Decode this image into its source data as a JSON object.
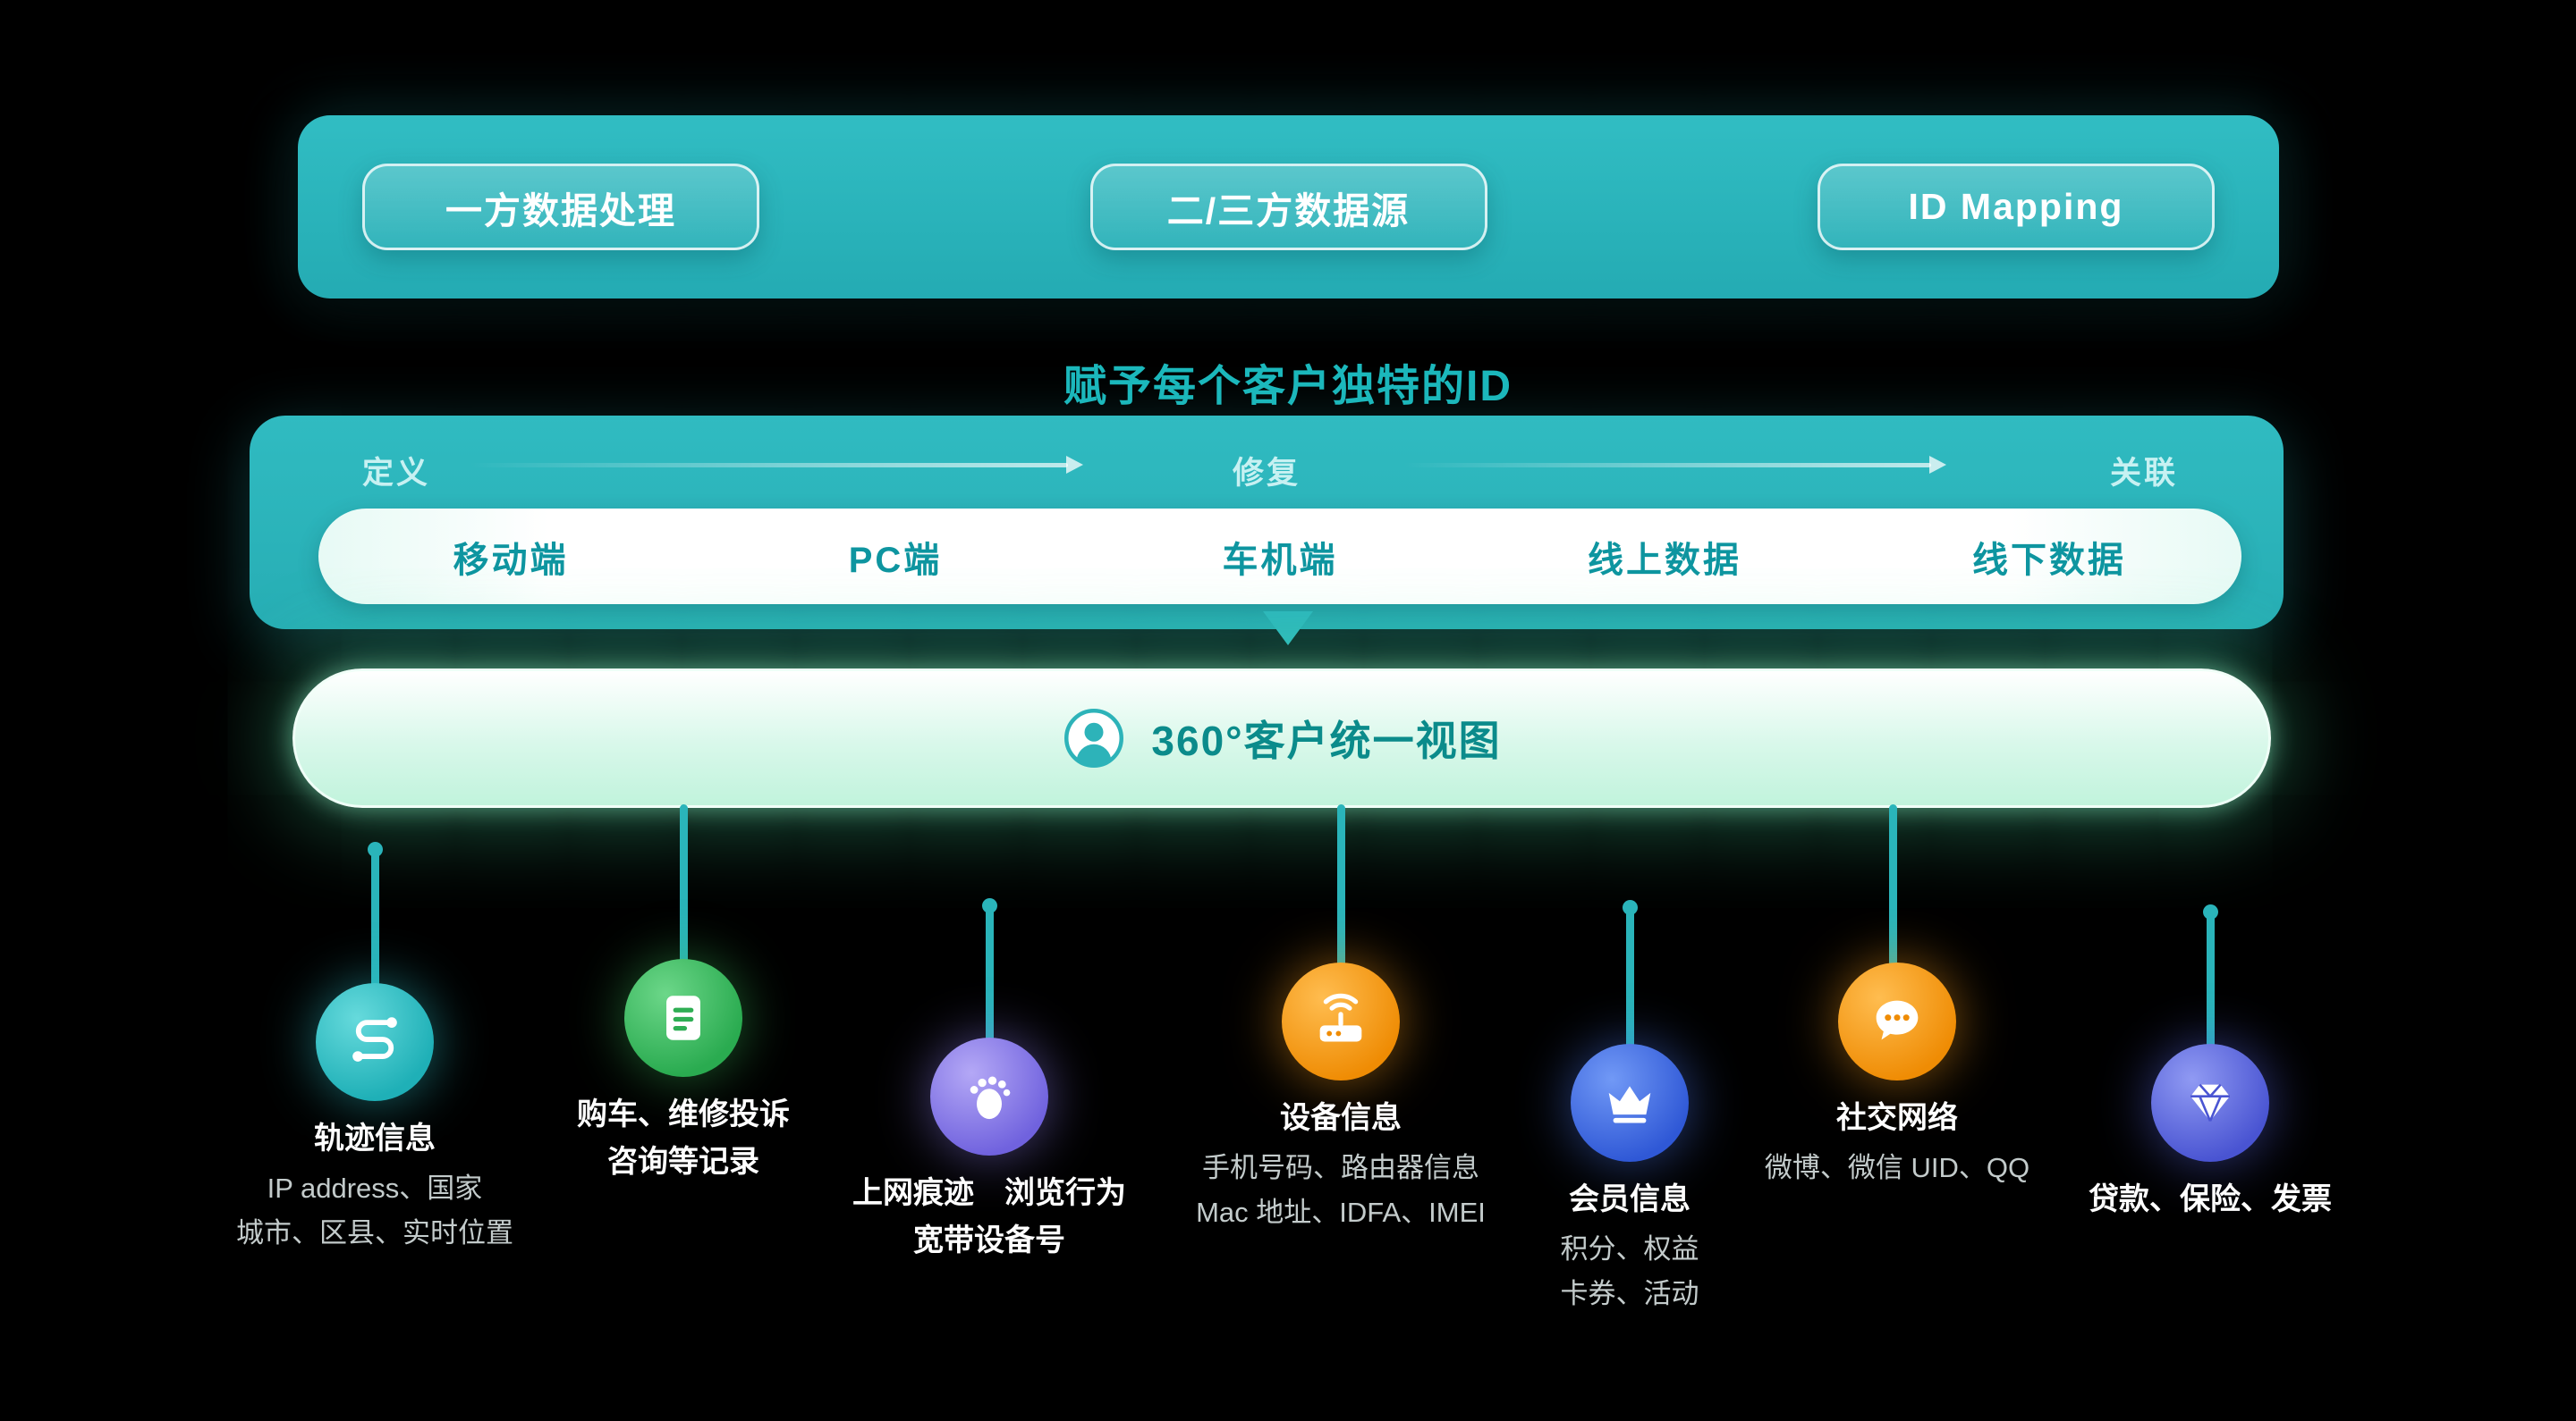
{
  "colors": {
    "background": "#000000",
    "teal": "#2bb6bc",
    "title_teal": "#1cb8bc",
    "channel_text": "#0e95a0",
    "unified_text": "#0b8b8b"
  },
  "pipeline_banner": {
    "items": [
      "一方数据处理",
      "二/三方数据源",
      "ID Mapping"
    ]
  },
  "id_title": "赋予每个客户独特的ID",
  "id_band": {
    "stages": [
      "定义",
      "修复",
      "关联"
    ],
    "channels": [
      "移动端",
      "PC端",
      "车机端",
      "线上数据",
      "线下数据"
    ]
  },
  "unified_bar": {
    "icon": "user-avatar-icon",
    "label": "360°客户统一视图"
  },
  "sources": [
    {
      "id": "trajectory",
      "icon": "route-icon",
      "color": "#2fc0c6",
      "title_lines": [
        "轨迹信息"
      ],
      "detail_lines": [
        "IP address、国家",
        "城市、区县、实时位置"
      ]
    },
    {
      "id": "purchase-service-records",
      "icon": "document-icon",
      "color": "#3dbd5e",
      "title_lines": [
        "购车、维修投诉",
        "咨询等记录"
      ],
      "detail_lines": []
    },
    {
      "id": "web-traces",
      "icon": "footprint-icon",
      "color": "#8a7ce8",
      "title_lines": [
        "上网痕迹　浏览行为",
        "宽带设备号"
      ],
      "detail_lines": []
    },
    {
      "id": "device-info",
      "icon": "router-icon",
      "color": "#f69a1b",
      "title_lines": [
        "设备信息"
      ],
      "detail_lines": [
        "手机号码、路由器信息",
        "Mac 地址、IDFA、IMEI"
      ]
    },
    {
      "id": "membership-info",
      "icon": "crown-icon",
      "color": "#4a74e8",
      "title_lines": [
        "会员信息"
      ],
      "detail_lines": [
        "积分、权益",
        "卡券、活动"
      ]
    },
    {
      "id": "social-network",
      "icon": "chat-icon",
      "color": "#f69a1b",
      "title_lines": [
        "社交网络"
      ],
      "detail_lines": [
        "微博、微信 UID、QQ"
      ]
    },
    {
      "id": "finance",
      "icon": "gem-icon",
      "color": "#5a68e6",
      "title_lines": [
        "贷款、保险、发票"
      ],
      "detail_lines": []
    }
  ]
}
